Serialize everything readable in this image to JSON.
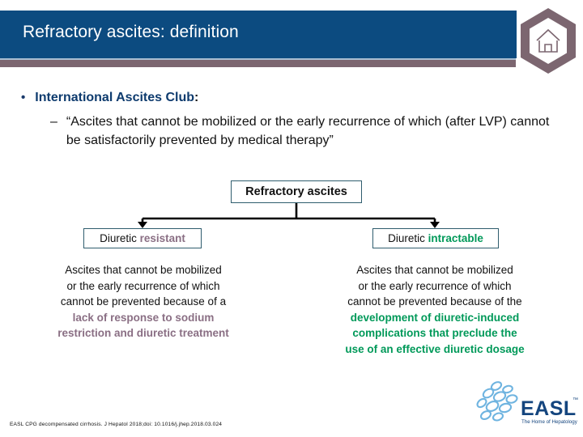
{
  "slide": {
    "title": "Refractory ascites: definition",
    "home_badge_icon": "home-hexagon-icon",
    "colors": {
      "header_blue": "#0c4b80",
      "header_mauve": "#7c6670",
      "accent_mauve": "#8a6f84",
      "accent_green": "#009959",
      "box_border": "#2f5d6e",
      "bullet_heading_blue": "#0e3b6e"
    }
  },
  "bullets": {
    "level1": {
      "marker": "•",
      "heading": "International Ascites Club",
      "suffix": ":"
    },
    "level2": {
      "marker": "–",
      "text": "“Ascites that cannot be mobilized or the early recurrence of which (after LVP) cannot be satisfactorily prevented by medical therapy”"
    }
  },
  "flowchart": {
    "type": "diagram",
    "root": {
      "label": "Refractory ascites"
    },
    "branches": [
      {
        "id": "diuretic-resistant",
        "label_plain": "Diuretic",
        "label_emphasis": "resistant",
        "emphasis_color": "#8a6f84",
        "description_plain": "Ascites that cannot be mobilized or the early recurrence of which cannot be prevented because of a",
        "description_lines_plain": [
          "Ascites that cannot be mobilized",
          "or the early recurrence of which",
          "cannot be prevented because of a"
        ],
        "description_emphasis_lines": [
          "lack of response to sodium",
          "restriction and diuretic treatment"
        ]
      },
      {
        "id": "diuretic-intractable",
        "label_plain": "Diuretic",
        "label_emphasis": "intractable",
        "emphasis_color": "#009959",
        "description_plain": "Ascites that cannot be mobilized or the early recurrence of which cannot be prevented because of the",
        "description_lines_plain": [
          "Ascites that cannot be mobilized",
          "or the early recurrence of which",
          "cannot be prevented because of the"
        ],
        "description_emphasis_lines": [
          "development of diuretic-induced",
          "complications that preclude the",
          "use of an effective diuretic dosage"
        ]
      }
    ]
  },
  "footer": {
    "citation": "EASL CPG decompensated cirrhosis. J Hepatol 2018;doi: 10.1016/j.jhep.2018.03.024",
    "logo": {
      "wordmark": "EASL",
      "trademark": "™",
      "tagline": "The Home of Hepatology",
      "icon": "easl-cells-icon"
    }
  }
}
